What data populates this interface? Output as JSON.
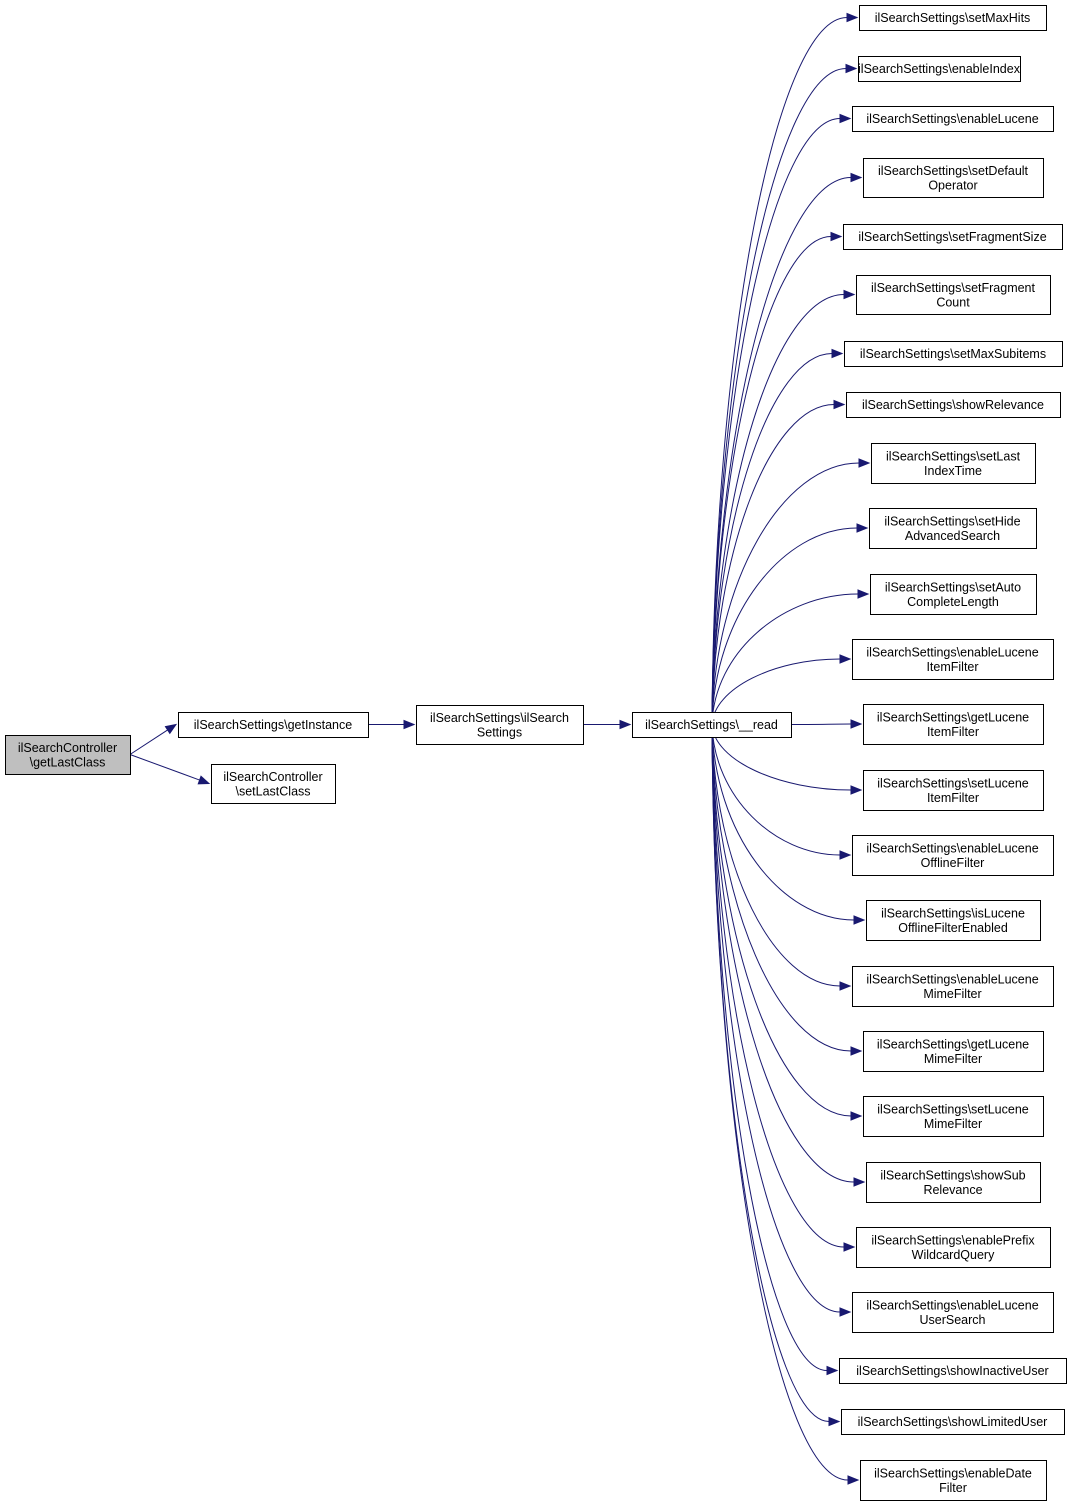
{
  "graph": {
    "nodes": [
      {
        "id": "root",
        "lines": [
          "ilSearchController",
          "\\getLastClass"
        ],
        "root": true
      },
      {
        "id": "getInstance",
        "lines": [
          "ilSearchSettings\\getInstance"
        ]
      },
      {
        "id": "setLastClass",
        "lines": [
          "ilSearchController",
          "\\setLastClass"
        ]
      },
      {
        "id": "ctor",
        "lines": [
          "ilSearchSettings\\ilSearch",
          "Settings"
        ]
      },
      {
        "id": "read",
        "lines": [
          "ilSearchSettings\\__read"
        ]
      },
      {
        "id": "setMaxHits",
        "lines": [
          "ilSearchSettings\\setMaxHits"
        ]
      },
      {
        "id": "enableIndex",
        "lines": [
          "ilSearchSettings\\enableIndex"
        ]
      },
      {
        "id": "enableLucene",
        "lines": [
          "ilSearchSettings\\enableLucene"
        ]
      },
      {
        "id": "setDefaultOperator",
        "lines": [
          "ilSearchSettings\\setDefault",
          "Operator"
        ]
      },
      {
        "id": "setFragmentSize",
        "lines": [
          "ilSearchSettings\\setFragmentSize"
        ]
      },
      {
        "id": "setFragmentCount",
        "lines": [
          "ilSearchSettings\\setFragment",
          "Count"
        ]
      },
      {
        "id": "setMaxSubitems",
        "lines": [
          "ilSearchSettings\\setMaxSubitems"
        ]
      },
      {
        "id": "showRelevance",
        "lines": [
          "ilSearchSettings\\showRelevance"
        ]
      },
      {
        "id": "setLastIndexTime",
        "lines": [
          "ilSearchSettings\\setLast",
          "IndexTime"
        ]
      },
      {
        "id": "setHideAdvancedSearch",
        "lines": [
          "ilSearchSettings\\setHide",
          "AdvancedSearch"
        ]
      },
      {
        "id": "setAutoCompleteLength",
        "lines": [
          "ilSearchSettings\\setAuto",
          "CompleteLength"
        ]
      },
      {
        "id": "enableLuceneItemFilter",
        "lines": [
          "ilSearchSettings\\enableLucene",
          "ItemFilter"
        ]
      },
      {
        "id": "getLuceneItemFilter",
        "lines": [
          "ilSearchSettings\\getLucene",
          "ItemFilter"
        ]
      },
      {
        "id": "setLuceneItemFilter",
        "lines": [
          "ilSearchSettings\\setLucene",
          "ItemFilter"
        ]
      },
      {
        "id": "enableLuceneOfflineFilter",
        "lines": [
          "ilSearchSettings\\enableLucene",
          "OfflineFilter"
        ]
      },
      {
        "id": "isLuceneOfflineFilterEnabled",
        "lines": [
          "ilSearchSettings\\isLucene",
          "OfflineFilterEnabled"
        ]
      },
      {
        "id": "enableLuceneMimeFilter",
        "lines": [
          "ilSearchSettings\\enableLucene",
          "MimeFilter"
        ]
      },
      {
        "id": "getLuceneMimeFilter",
        "lines": [
          "ilSearchSettings\\getLucene",
          "MimeFilter"
        ]
      },
      {
        "id": "setLuceneMimeFilter",
        "lines": [
          "ilSearchSettings\\setLucene",
          "MimeFilter"
        ]
      },
      {
        "id": "showSubRelevance",
        "lines": [
          "ilSearchSettings\\showSub",
          "Relevance"
        ]
      },
      {
        "id": "enablePrefixWildcardQuery",
        "lines": [
          "ilSearchSettings\\enablePrefix",
          "WildcardQuery"
        ]
      },
      {
        "id": "enableLuceneUserSearch",
        "lines": [
          "ilSearchSettings\\enableLucene",
          "UserSearch"
        ]
      },
      {
        "id": "showInactiveUser",
        "lines": [
          "ilSearchSettings\\showInactiveUser"
        ]
      },
      {
        "id": "showLimitedUser",
        "lines": [
          "ilSearchSettings\\showLimitedUser"
        ]
      },
      {
        "id": "enableDateFilter",
        "lines": [
          "ilSearchSettings\\enableDate",
          "Filter"
        ]
      }
    ],
    "edges": [
      [
        "root",
        "getInstance"
      ],
      [
        "root",
        "setLastClass"
      ],
      [
        "getInstance",
        "ctor"
      ],
      [
        "ctor",
        "read"
      ],
      [
        "read",
        "setMaxHits"
      ],
      [
        "read",
        "enableIndex"
      ],
      [
        "read",
        "enableLucene"
      ],
      [
        "read",
        "setDefaultOperator"
      ],
      [
        "read",
        "setFragmentSize"
      ],
      [
        "read",
        "setFragmentCount"
      ],
      [
        "read",
        "setMaxSubitems"
      ],
      [
        "read",
        "showRelevance"
      ],
      [
        "read",
        "setLastIndexTime"
      ],
      [
        "read",
        "setHideAdvancedSearch"
      ],
      [
        "read",
        "setAutoCompleteLength"
      ],
      [
        "read",
        "enableLuceneItemFilter"
      ],
      [
        "read",
        "getLuceneItemFilter"
      ],
      [
        "read",
        "setLuceneItemFilter"
      ],
      [
        "read",
        "enableLuceneOfflineFilter"
      ],
      [
        "read",
        "isLuceneOfflineFilterEnabled"
      ],
      [
        "read",
        "enableLuceneMimeFilter"
      ],
      [
        "read",
        "getLuceneMimeFilter"
      ],
      [
        "read",
        "setLuceneMimeFilter"
      ],
      [
        "read",
        "showSubRelevance"
      ],
      [
        "read",
        "enablePrefixWildcardQuery"
      ],
      [
        "read",
        "enableLuceneUserSearch"
      ],
      [
        "read",
        "showInactiveUser"
      ],
      [
        "read",
        "showLimitedUser"
      ],
      [
        "read",
        "enableDateFilter"
      ]
    ],
    "colors": {
      "edge": "#191970",
      "root_fill": "#bfbfbf",
      "node_fill": "#ffffff",
      "node_border": "#000000"
    }
  }
}
